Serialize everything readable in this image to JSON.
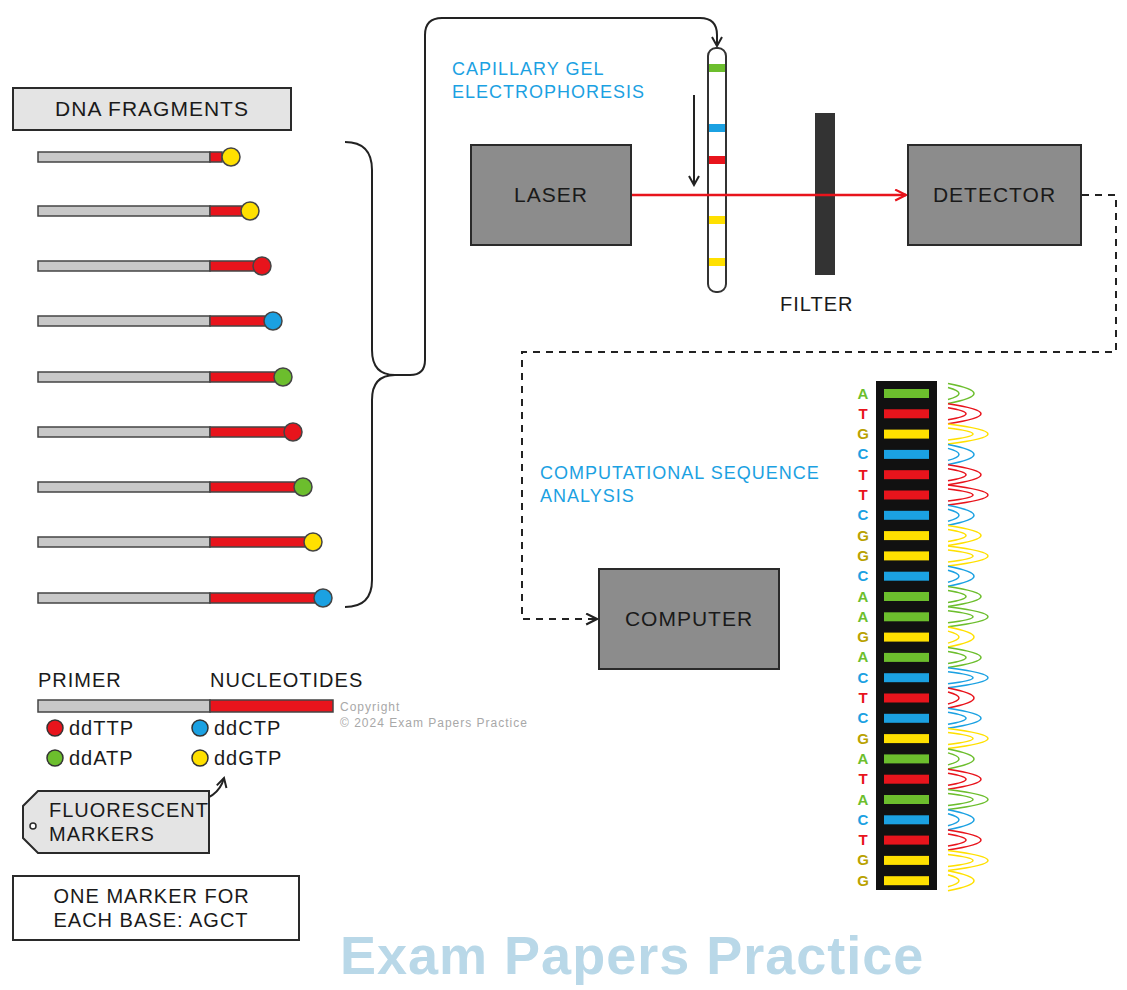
{
  "diagram": {
    "nodes": [
      {
        "text": [
          "DNA FRAGMENTS"
        ]
      },
      {
        "text": [
          "LASER"
        ]
      },
      {
        "text": [
          "DETECTOR"
        ]
      },
      {
        "text": [
          "COMPUTER"
        ]
      },
      {
        "text": [
          "FLUORESCENT MARKERS"
        ]
      },
      {
        "text": [
          "ONE MARKER FOR EACH BASE: AGCT"
        ]
      }
    ],
    "edges": [
      {
        "from": 1,
        "to": 2,
        "arrow": "to"
      },
      {
        "from": 2,
        "to": 3,
        "arrow": "to"
      }
    ],
    "labels": [
      "CAPILLARY GEL ELECTROPHORESIS",
      "FILTER",
      "COMPUTATIONAL SEQUENCE ANALYSIS",
      "PRIMER",
      "NUCLEOTIDES",
      "A",
      "T",
      "G",
      "C",
      "T",
      "T",
      "C",
      "G",
      "G",
      "C",
      "A",
      "A",
      "G",
      "A",
      "C",
      "T",
      "C",
      "G",
      "A",
      "T",
      "A",
      "C",
      "T",
      "G",
      "G",
      "Exam Papers Practice",
      "Copyright",
      "© 2024 Exam Papers Practice"
    ],
    "legend": [
      {
        "text": "ddTTP",
        "color": "#e8141c"
      },
      {
        "text": "ddCTP",
        "color": "#1ba1e2"
      },
      {
        "text": "ddATP",
        "color": "#6cbe2d"
      },
      {
        "text": "ddGTP",
        "color": "#ffe000"
      }
    ]
  }
}
